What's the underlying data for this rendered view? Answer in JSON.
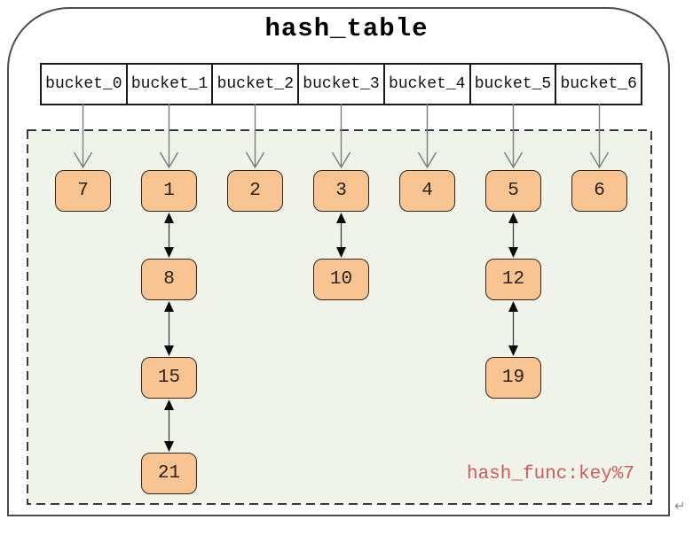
{
  "title": "hash_table",
  "buckets": [
    "bucket_0",
    "bucket_1",
    "bucket_2",
    "bucket_3",
    "bucket_4",
    "bucket_5",
    "bucket_6"
  ],
  "chains": [
    [
      7
    ],
    [
      1,
      8,
      15,
      21
    ],
    [
      2
    ],
    [
      3,
      10
    ],
    [
      4
    ],
    [
      5,
      12,
      19
    ],
    [
      6
    ]
  ],
  "annotation": "hash_func:key%7",
  "return_mark": "↵",
  "colors": {
    "node_fill": "#f7c492",
    "node_border": "#33271a",
    "inner_background": "#f0f3e9",
    "dashed_border": "#1c1c1c",
    "outer_border": "#4d4d4d",
    "bucket_arrow": "#7c7c7c",
    "link_arrow_line": "#3d3d3d",
    "link_arrow_head": "#0a0a0a",
    "annotation_text": "#cd5c5c"
  }
}
